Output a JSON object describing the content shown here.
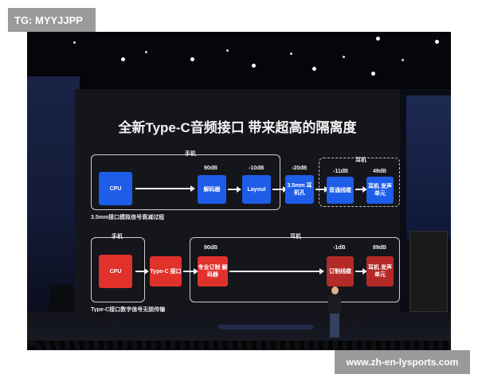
{
  "watermark_top": "TG: MYYJJPP",
  "watermark_bottom": "www.zh-en-lysports.com",
  "slide": {
    "title": "全新Type-C音频接口 带来超高的隔离度",
    "row1": {
      "phone_label": "手机",
      "earphone_label": "耳机",
      "caption": "3.5mm接口模拟信号衰减过程",
      "cpu": "CPU",
      "decoder": "解码器",
      "layout": "Layout",
      "jack": "3.5mm 耳机孔",
      "line": "音通线缆",
      "speaker": "耳机 发声单元",
      "db_decoder": "90dB",
      "db_layout": "-10dB",
      "db_jack": "-20dB",
      "db_line": "-11dB",
      "db_speaker": "49dB"
    },
    "row2": {
      "phone_label": "手机",
      "earphone_label": "耳机",
      "caption": "Type-C接口数字信号无损传输",
      "cpu": "CPU",
      "typec": "Type-C 接口",
      "decoder": "专业订制 解码器",
      "line": "订制线缆",
      "speaker": "耳机 发声单元",
      "db_decoder": "90dB",
      "db_line": "-1dB",
      "db_speaker": "89dB"
    }
  },
  "colors": {
    "blue_box": "#1e5de8",
    "red_box": "#e0312b"
  }
}
